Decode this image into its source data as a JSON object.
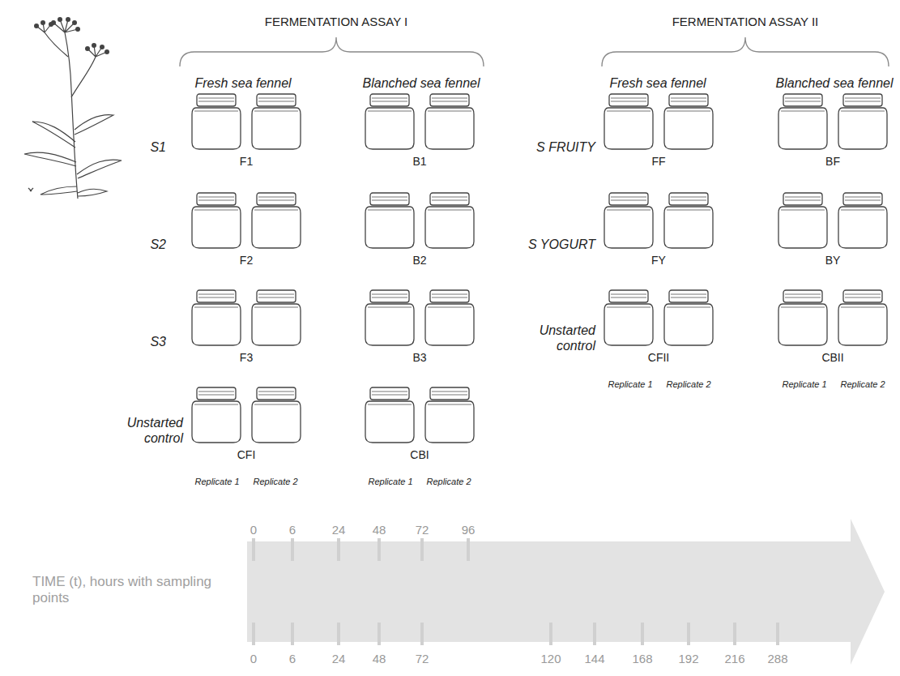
{
  "diagram": {
    "nodes": [
      {
        "text": [
          "F1"
        ]
      },
      {
        "text": [
          "B1"
        ]
      },
      {
        "text": [
          "F2"
        ]
      },
      {
        "text": [
          "B2"
        ]
      },
      {
        "text": [
          "F3"
        ]
      },
      {
        "text": [
          "B3"
        ]
      },
      {
        "text": [
          "CFI"
        ]
      },
      {
        "text": [
          "CBI"
        ]
      },
      {
        "text": [
          "FF"
        ]
      },
      {
        "text": [
          "BF"
        ]
      },
      {
        "text": [
          "FY"
        ]
      },
      {
        "text": [
          "BY"
        ]
      },
      {
        "text": [
          "CFII"
        ]
      },
      {
        "text": [
          "CBII"
        ]
      }
    ],
    "labels": [
      "FERMENTATION ASSAY I",
      "Fresh sea fennel",
      "Blanched sea fennel",
      "S1",
      "S2",
      "S3",
      "Unstarted control",
      "Replicate 1",
      "Replicate 2",
      "Replicate 1",
      "Replicate 2",
      "FERMENTATION ASSAY II",
      "Fresh sea fennel",
      "Blanched sea fennel",
      "S FRUITY",
      "S YOGURT",
      "Unstarted control",
      "Replicate 1",
      "Replicate 2",
      "Replicate 1",
      "Replicate 2",
      "TIME (t), hours with sampling points",
      "0",
      "6",
      "24",
      "48",
      "72",
      "96",
      "0",
      "6",
      "24",
      "48",
      "72",
      "120",
      "144",
      "168",
      "192",
      "216",
      "288"
    ]
  }
}
